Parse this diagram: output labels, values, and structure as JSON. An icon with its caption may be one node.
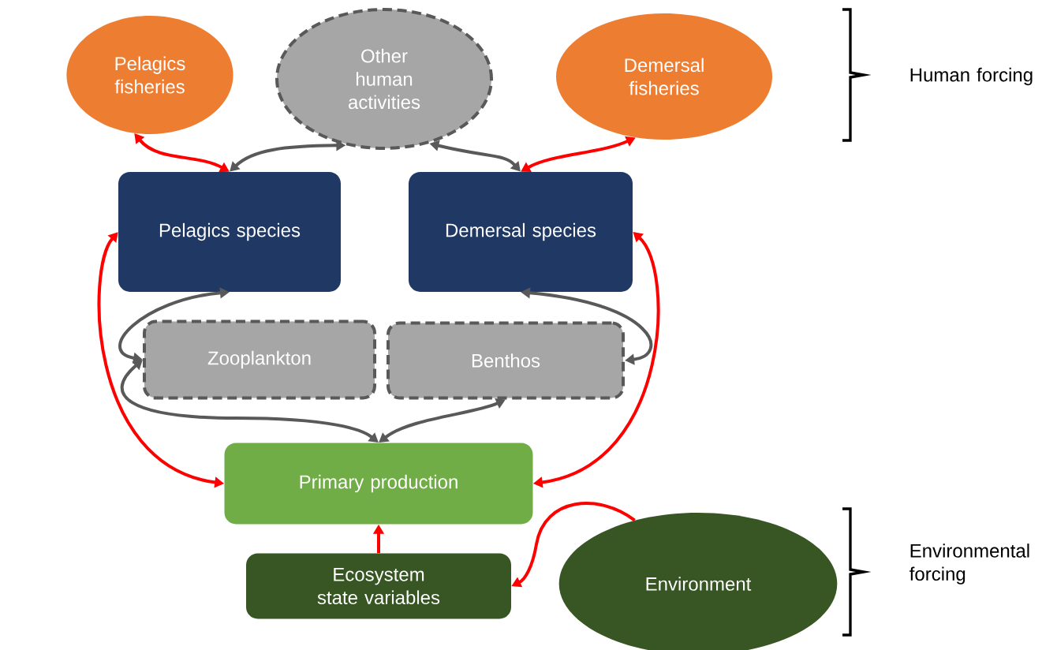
{
  "diagram": {
    "nodes": [
      {
        "text": [
          "Pelagics fisheries"
        ]
      },
      {
        "text": [
          "Other human activities"
        ]
      },
      {
        "text": [
          "Demersal fisheries"
        ]
      },
      {
        "text": [
          "Pelagics species"
        ]
      },
      {
        "text": [
          "Demersal species"
        ]
      },
      {
        "text": [
          "Zooplankton"
        ]
      },
      {
        "text": [
          "Benthos"
        ]
      },
      {
        "text": [
          "Primary production"
        ]
      },
      {
        "text": [
          "Ecosystem state variables"
        ]
      },
      {
        "text": [
          "Environment"
        ]
      }
    ],
    "edges": [
      {
        "from": 0,
        "to": 3,
        "arrow": "both",
        "color": "#ff0000"
      },
      {
        "from": 1,
        "to": 3,
        "arrow": "both",
        "color": "#595959"
      },
      {
        "from": 1,
        "to": 4,
        "arrow": "both",
        "color": "#595959"
      },
      {
        "from": 2,
        "to": 4,
        "arrow": "both",
        "color": "#ff0000"
      },
      {
        "from": 3,
        "to": 5,
        "arrow": "both",
        "color": "#595959"
      },
      {
        "from": 4,
        "to": 6,
        "arrow": "both",
        "color": "#595959"
      },
      {
        "from": 5,
        "to": 7,
        "arrow": "both",
        "color": "#595959"
      },
      {
        "from": 6,
        "to": 7,
        "arrow": "both",
        "color": "#595959"
      },
      {
        "from": 3,
        "to": 7,
        "arrow": "both",
        "color": "#ff0000"
      },
      {
        "from": 4,
        "to": 7,
        "arrow": "both",
        "color": "#ff0000"
      },
      {
        "from": 8,
        "to": 7,
        "arrow": "to",
        "color": "#ff0000"
      },
      {
        "from": 9,
        "to": 8,
        "arrow": "to",
        "color": "#ff0000"
      }
    ],
    "labels": [
      "Human forcing",
      "Environmental forcing"
    ]
  }
}
